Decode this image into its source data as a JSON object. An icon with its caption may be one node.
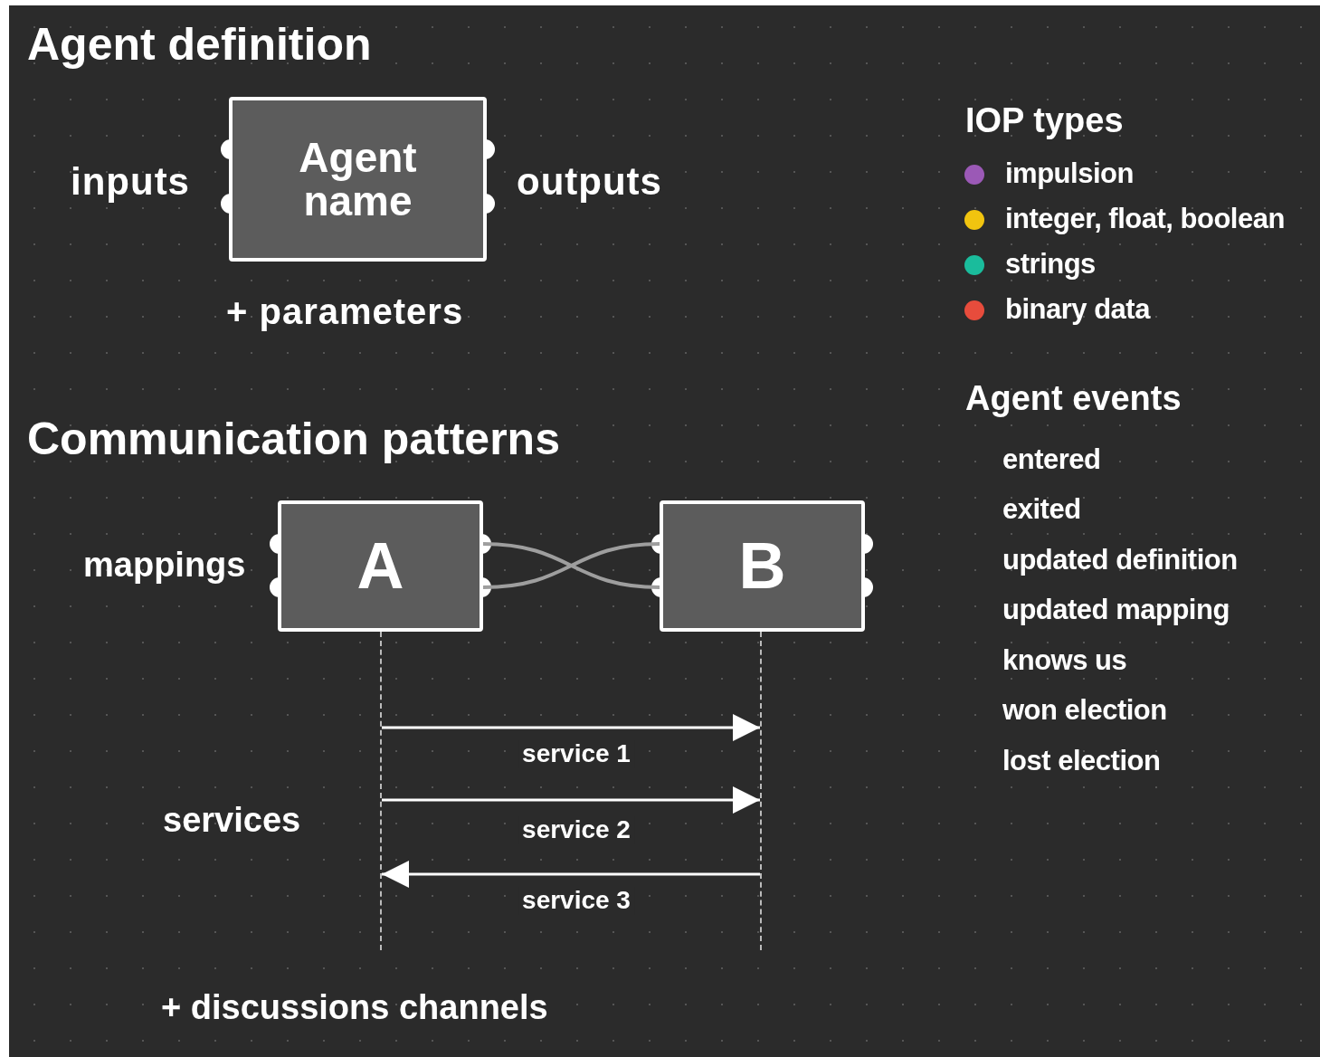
{
  "diagram": {
    "nodes": [
      {
        "text": [
          "Agent name"
        ],
        "beside": [
          "inputs",
          "outputs",
          "+ parameters"
        ]
      },
      {
        "text": [
          "A"
        ]
      },
      {
        "text": [
          "B"
        ]
      },
      {
        "text": [],
        "shape": "line"
      },
      {
        "text": [],
        "shape": "line"
      }
    ],
    "edges": [
      {
        "from": 1,
        "to": 2,
        "arrow": "none",
        "color": "#9e9e9e"
      },
      {
        "from": 1,
        "to": 2,
        "arrow": "none",
        "color": "#9e9e9e"
      },
      {
        "from": 3,
        "to": 4,
        "arrow": "to",
        "label": "service 1"
      },
      {
        "from": 3,
        "to": 4,
        "arrow": "to",
        "label": "service 2"
      },
      {
        "from": 4,
        "to": 3,
        "arrow": "to",
        "label": "service 3"
      }
    ],
    "labels": [
      "Agent definition",
      "IOP types",
      "Agent events",
      "entered",
      "exited",
      "updated definition",
      "updated mapping",
      "knows us",
      "won election",
      "lost election",
      "Communication patterns",
      "mappings",
      "services",
      "+ discussions channels"
    ],
    "legend": [
      {
        "text": "impulsion",
        "color": "#9b59b6"
      },
      {
        "text": "integer, float, boolean",
        "color": "#f1c40f"
      },
      {
        "text": "strings",
        "color": "#1abc9c"
      },
      {
        "text": "binary data",
        "color": "#e74c3c"
      }
    ]
  }
}
